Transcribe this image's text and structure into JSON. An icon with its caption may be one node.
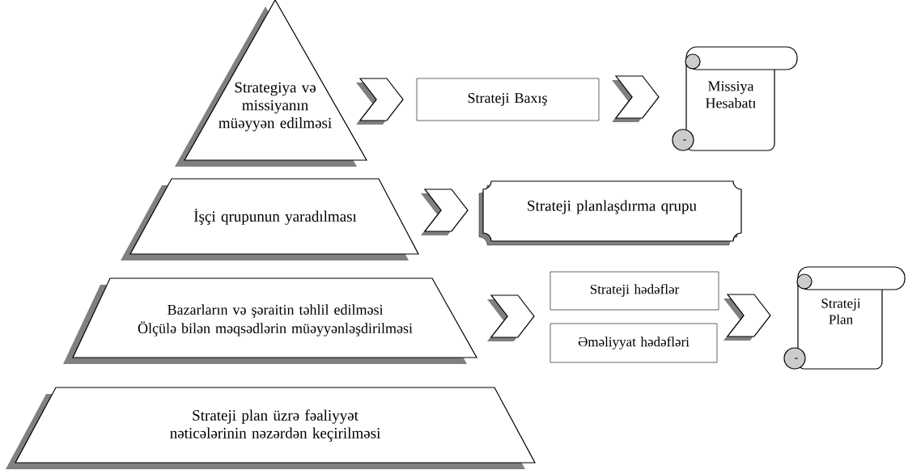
{
  "diagram": {
    "nodes": [
      {
        "text": [
          "Strategiya və missiyanın müəyyən edilməsi"
        ]
      },
      {
        "text": [
          "Strateji Baxış"
        ]
      },
      {
        "text": [
          "Missiya Hesabatı"
        ]
      },
      {
        "text": [
          "İşçi qrupunun yaradılması"
        ]
      },
      {
        "text": [
          "Strateji planlaşdırma qrupu"
        ]
      },
      {
        "text": [
          "Bazarların və şəraitin təhlil edilməsi",
          "Ölçülə bilən məqsədlərin müəyyənləşdirilməsi"
        ]
      },
      {
        "text": [
          "Strateji hədəflər"
        ]
      },
      {
        "text": [
          "Əməliyyat hədəfləri"
        ]
      },
      {
        "text": [
          "Strateji Plan"
        ]
      },
      {
        "text": [
          "Strateji plan üzrə fəaliyyət nəticələrinin nəzərdən keçirilməsi"
        ]
      }
    ],
    "edges": [
      {
        "from": 0,
        "to": 1,
        "arrow": "to"
      },
      {
        "from": 1,
        "to": 2,
        "arrow": "to"
      },
      {
        "from": 3,
        "to": 4,
        "arrow": "to"
      },
      {
        "from": 5,
        "to": 6,
        "arrow": "to"
      },
      {
        "from": 5,
        "to": 7,
        "arrow": "to"
      },
      {
        "from": 6,
        "to": 8,
        "arrow": "to"
      },
      {
        "from": 7,
        "to": 8,
        "arrow": "to"
      }
    ]
  }
}
